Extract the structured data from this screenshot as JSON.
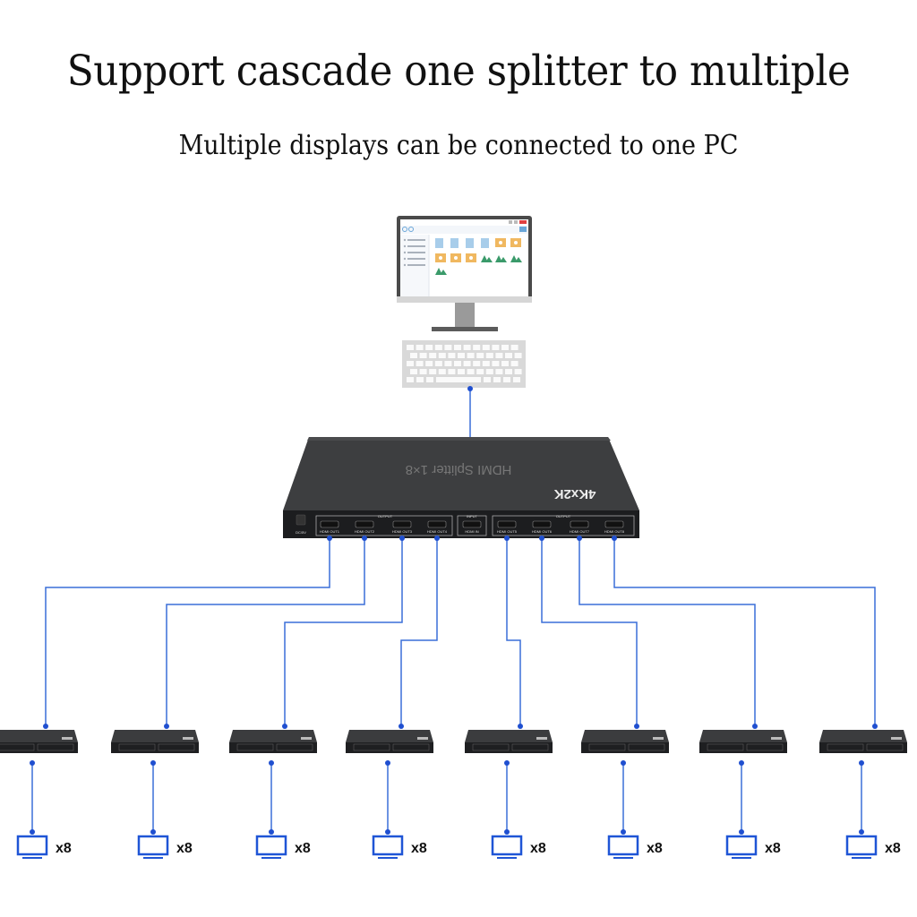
{
  "header": {
    "title": "Support cascade one splitter to multiple",
    "subtitle": "Multiple displays can be connected to one PC"
  },
  "colors": {
    "line": "#3a6fd8",
    "dot": "#1f4fd0",
    "monitor_icon": "#1f55d6",
    "device_body": "#3b3c3e",
    "device_front": "#1e1f21"
  },
  "source": {
    "device": "PC",
    "icons": [
      "monitor-icon",
      "keyboard-icon"
    ]
  },
  "main_splitter": {
    "brand_label": "HDMI Splitter 1×8",
    "model_label": "4Kx2K",
    "power_label": "DC/5V",
    "input_group_label": "INPUT",
    "output_group_label": "OUTPUT",
    "input_port": "HDMI IN",
    "output_ports": [
      "HDMI OUT1",
      "HDMI OUT2",
      "HDMI OUT3",
      "HDMI OUT4",
      "HDMI OUT5",
      "HDMI OUT6",
      "HDMI OUT7",
      "HDMI OUT8"
    ]
  },
  "cascade": {
    "count": 8,
    "displays_per_splitter": "x8",
    "splitters": [
      {
        "id": 1,
        "label": "x8"
      },
      {
        "id": 2,
        "label": "x8"
      },
      {
        "id": 3,
        "label": "x8"
      },
      {
        "id": 4,
        "label": "x8"
      },
      {
        "id": 5,
        "label": "x8"
      },
      {
        "id": 6,
        "label": "x8"
      },
      {
        "id": 7,
        "label": "x8"
      },
      {
        "id": 8,
        "label": "x8"
      }
    ]
  }
}
